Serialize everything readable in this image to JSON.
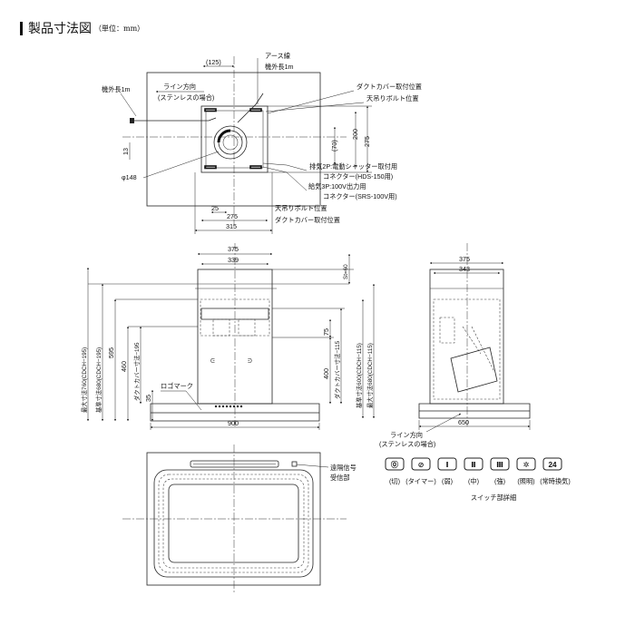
{
  "title": "製品寸法図",
  "unit": "（単位：mm）",
  "top_view": {
    "earth_wire": "アース線",
    "outside_length_1m": "機外長1m",
    "outside_length_left": "機外長1m",
    "line_direction": "ライン方向",
    "stainless_case": "(ステンレスの場合)",
    "duct_cover_pos": "ダクトカバー取付位置",
    "ceiling_bolt_pos": "天吊りボルト位置",
    "exhaust_2p": "排気2P:電動シャッター取付用",
    "connector_hds": "コネクター(HDS-150用)",
    "supply_3p": "給気3P:100V出力用",
    "connector_srs": "コネクター(SRS-100V用)",
    "ceiling_bolt_pos_bottom": "天吊りボルト位置",
    "duct_cover_pos_bottom": "ダクトカバー取付位置",
    "dim_125": "(125)",
    "dim_200": "200",
    "dim_275_v": "275",
    "dim_70": "(70)",
    "dim_13": "13",
    "dim_phi148": "φ148",
    "dim_25": "25",
    "dim_275_h": "275",
    "dim_315": "315"
  },
  "front_view": {
    "dim_375": "375",
    "dim_339": "339",
    "max_dim_760": "最大寸法760(CDCH−195)",
    "std_dim_680": "基準寸法680(CDCH−195)",
    "dim_595": "595",
    "dim_460": "460",
    "duct_dim_195": "ダクトカバー寸法−195",
    "dim_35": "35",
    "logo_mark": "ロゴマーク",
    "dim_900": "900",
    "dim_st60": "St=60",
    "duct_dim_115": "ダクトカバー寸法−115",
    "dim_75": "75",
    "dim_400": "400"
  },
  "side_view": {
    "std_dim_600": "基準寸法600(CDCH−115)",
    "max_dim_680": "最大寸法680(CDCH−115)",
    "dim_375": "375",
    "dim_343": "343",
    "dim_650": "650",
    "line_direction": "ライン方向",
    "stainless_case": "(ステンレスの場合)"
  },
  "bottom_view": {
    "remote_signal": "遠隔信号",
    "receiver": "受信部"
  },
  "switches": {
    "caption": "スイッチ部詳細",
    "buttons": [
      {
        "symbol": "⓪",
        "label": "(切)"
      },
      {
        "symbol": "⊘",
        "label": "(タイマー)"
      },
      {
        "symbol": "Ⅰ",
        "label": "(弱)"
      },
      {
        "symbol": "Ⅱ",
        "label": "(中)"
      },
      {
        "symbol": "Ⅲ",
        "label": "(強)"
      },
      {
        "symbol": "✲",
        "label": "(照明)"
      },
      {
        "symbol": "24",
        "label": "(常時換気)"
      }
    ]
  }
}
